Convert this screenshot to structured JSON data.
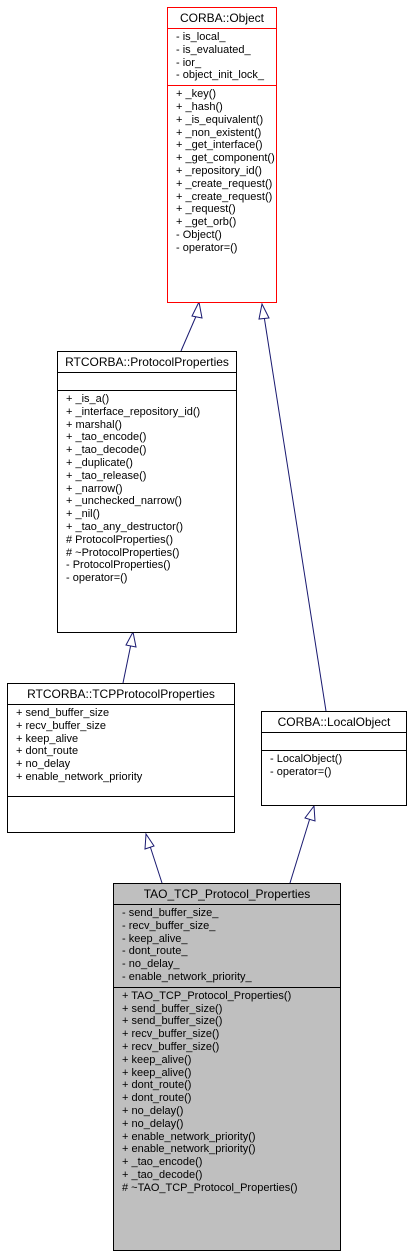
{
  "classes": {
    "corba_object": {
      "name": "CORBA::Object",
      "attributes": [
        "- is_local_",
        "- is_evaluated_",
        "- ior_",
        "- object_init_lock_"
      ],
      "methods": [
        "+ _key()",
        "+ _hash()",
        "+ _is_equivalent()",
        "+ _non_existent()",
        "+ _get_interface()",
        "+ _get_component()",
        "+ _repository_id()",
        "+ _create_request()",
        "+ _create_request()",
        "+ _request()",
        "+ _get_orb()",
        "- Object()",
        "- operator=()"
      ]
    },
    "rtcorba_protocol_properties": {
      "name": "RTCORBA::ProtocolProperties",
      "attributes": [],
      "methods": [
        "+ _is_a()",
        "+ _interface_repository_id()",
        "+ marshal()",
        "+ _tao_encode()",
        "+ _tao_decode()",
        "+ _duplicate()",
        "+ _tao_release()",
        "+ _narrow()",
        "+ _unchecked_narrow()",
        "+ _nil()",
        "+ _tao_any_destructor()",
        "# ProtocolProperties()",
        "# ~ProtocolProperties()",
        "- ProtocolProperties()",
        "- operator=()"
      ]
    },
    "rtcorba_tcp_protocol_properties": {
      "name": "RTCORBA::TCPProtocolProperties",
      "attributes": [
        "+ send_buffer_size",
        "+ recv_buffer_size",
        "+ keep_alive",
        "+ dont_route",
        "+ no_delay",
        "+ enable_network_priority"
      ],
      "methods": []
    },
    "corba_local_object": {
      "name": "CORBA::LocalObject",
      "attributes": [],
      "methods": [
        "- LocalObject()",
        "- operator=()"
      ]
    },
    "tao_tcp_protocol_properties": {
      "name": "TAO_TCP_Protocol_Properties",
      "attributes": [
        "- send_buffer_size_",
        "- recv_buffer_size_",
        "- keep_alive_",
        "- dont_route_",
        "- no_delay_",
        "- enable_network_priority_"
      ],
      "methods": [
        "+ TAO_TCP_Protocol_Properties()",
        "+ send_buffer_size()",
        "+ send_buffer_size()",
        "+ recv_buffer_size()",
        "+ recv_buffer_size()",
        "+ keep_alive()",
        "+ keep_alive()",
        "+ dont_route()",
        "+ dont_route()",
        "+ no_delay()",
        "+ no_delay()",
        "+ enable_network_priority()",
        "+ enable_network_priority()",
        "+ _tao_encode()",
        "+ _tao_decode()",
        "# ~TAO_TCP_Protocol_Properties()"
      ]
    }
  },
  "colors": {
    "highlight_border": "#ff0000",
    "edge": "#191970",
    "focus_fill": "#bfbfbf"
  }
}
